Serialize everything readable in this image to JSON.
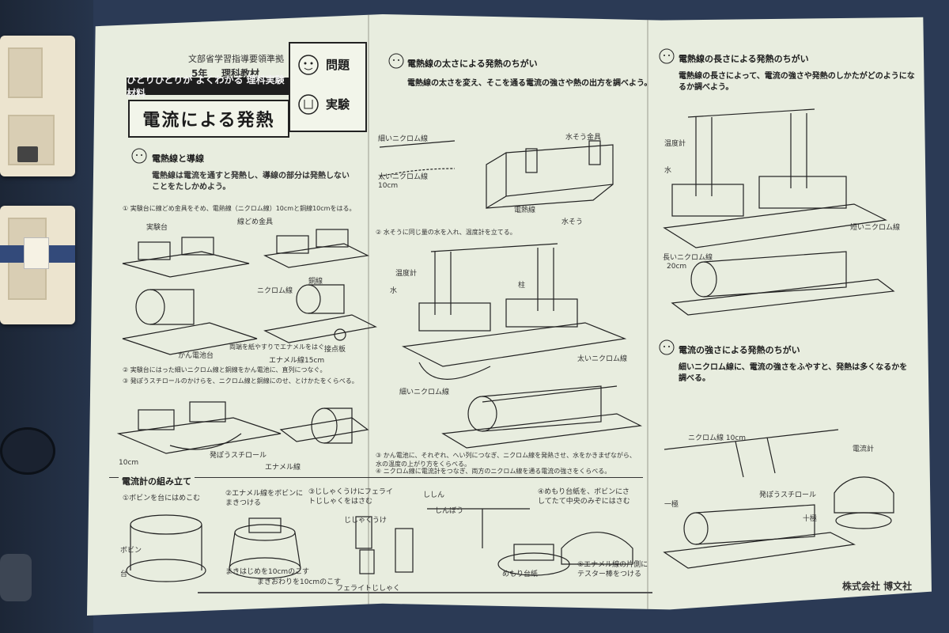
{
  "sheet": {
    "ministry": "文部省学習指導要領準拠",
    "grade": "5年",
    "subject": "理科教材",
    "banner": "ひとりひとりが よくわかる 理科実験材料",
    "title": "電流による発熱",
    "mondai": "問題",
    "jikken": "実験",
    "section1_heading": "電熱線と導線",
    "section1_problem": "電熱線は電流を通すと発熱し、導線の部分は発熱しないことをたしかめよう。",
    "section1_step1": "① 実験台に線どめ金具をそめ、電熱線（ニクロム線）10cmと銅線10cmをはる。",
    "labels_col1": [
      "実験台",
      "線どめ金具",
      "かん電池台",
      "ニクロム線",
      "銅線",
      "接点板",
      "エナメル線15cm",
      "両端を紙やすりでエナメルをはぐ",
      "発ぽうスチロール",
      "エナメル線",
      "10cm"
    ],
    "section1_step2": "② 実験台にはった細いニクロム線と銅線をかん電池に、直列につなぐ。",
    "section1_step3": "③ 発ぽうスチロールのかけらを、ニクロム線と銅線にのせ、とけかたをくらべる。",
    "meter_heading": "電流計の組み立て",
    "meter_steps": [
      "①ボビンを台にはめこむ",
      "②エナメル線をボビンにまきつける",
      "③じしゃくうけにフェライトじしゃくをはさむ",
      "④めもり台紙を、ボビンにさしてたて中央のみぞにはさむ",
      "⑤エナメル線の片側にテスター棒をつける"
    ],
    "meter_labels": [
      "ボビン",
      "台",
      "まきはじめを10cmのこす",
      "まきおわりを10cmのこす",
      "じしゃくうけ",
      "フェライトじしゃく",
      "ししん",
      "しんぼう",
      "めもり台紙"
    ],
    "section2_heading": "電熱線の太さによる発熱のちがい",
    "section2_problem": "電熱線の太さを変え、そこを通る電流の強さや熱の出方を調べよう。",
    "section2_labels": [
      "細いニクロム線",
      "太いニクロム線",
      "10cm",
      "水そう金具",
      "電熱線",
      "水そう",
      "温度計",
      "水",
      "柱",
      "太いニクロム線",
      "細いニクロム線"
    ],
    "section2_steps": [
      "② 水そうに同じ量の水を入れ、温度計を立てる。",
      "③ かん電池に、それぞれ、へい列につなぎ、ニクロム線を発熱させ、水をかきまぜながら、水の温度の上がり方をくらべる。",
      "④ ニクロム線に電流計をつなぎ、両方のニクロム線を通る電流の強さをくらべる。"
    ],
    "section3_heading": "電熱線の長さによる発熱のちがい",
    "section3_problem": "電熱線の長さによって、電流の強さや発熱のしかたがどのようになるか調べよう。",
    "section3_labels": [
      "温度計",
      "水",
      "短いニクロム線",
      "長いニクロム線",
      "20cm"
    ],
    "section4_heading": "電流の強さによる発熱のちがい",
    "section4_problem": "細いニクロム線に、電流の強さをふやすと、発熱は多くなるかを調べる。",
    "section4_labels": [
      "ニクロム線 10cm",
      "電流計",
      "発ぽうスチロール",
      "一極",
      "十極"
    ],
    "publisher": "株式会社 博文社"
  }
}
